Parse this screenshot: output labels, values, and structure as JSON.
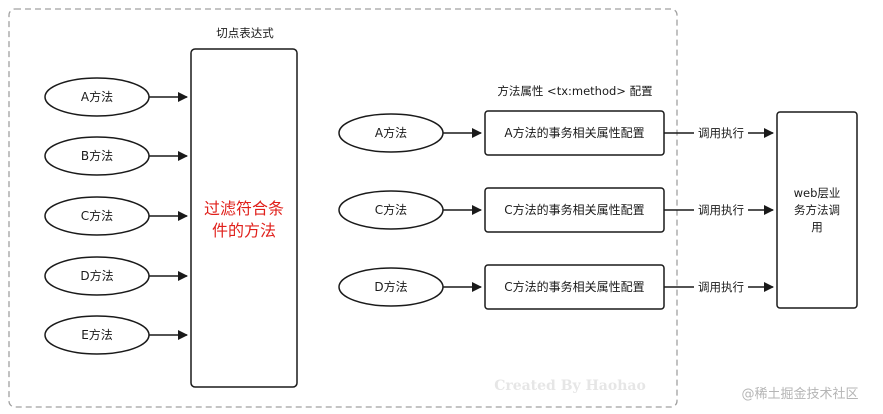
{
  "pointcut": {
    "header": "切点表达式",
    "body_lines": [
      "过滤符合条",
      "件的方法"
    ]
  },
  "inputs": [
    "A方法",
    "B方法",
    "C方法",
    "D方法",
    "E方法"
  ],
  "tx_header": "方法属性 <tx:method> 配置",
  "rows": [
    {
      "method": "A方法",
      "config": "A方法的事务相关属性配置",
      "call": "调用执行"
    },
    {
      "method": "C方法",
      "config": "C方法的事务相关属性配置",
      "call": "调用执行"
    },
    {
      "method": "D方法",
      "config": "C方法的事务相关属性配置",
      "call": "调用执行"
    }
  ],
  "web_box": {
    "lines": [
      "web层业",
      "务方法调",
      "用"
    ]
  },
  "watermark": "Created By Haohao",
  "credit": "@稀土掘金技术社区",
  "colors": {
    "stroke": "#1a1a1a",
    "highlight": "#e0201b",
    "dashed_border": "#a0a0a0"
  }
}
